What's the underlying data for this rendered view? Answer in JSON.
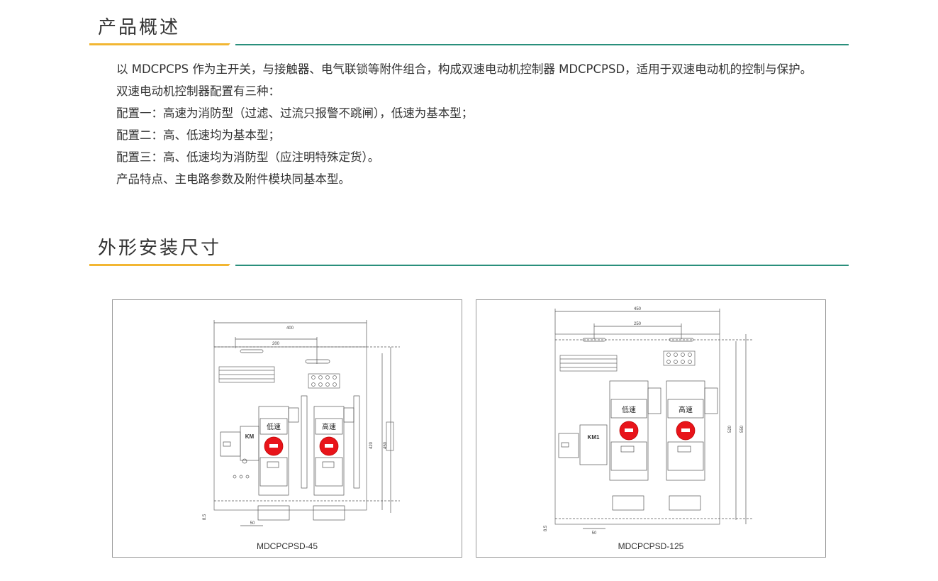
{
  "section1": {
    "title": "产品概述",
    "paragraphs": [
      "以 MDCPCPS 作为主开关，与接触器、电气联锁等附件组合，构成双速电动机控制器 MDCPCPSD，适用于双速电动机的控制与保护。",
      "双速电动机控制器配置有三种：",
      "配置一：高速为消防型（过滤、过流只报警不跳闸），低速为基本型；",
      "配置二：高、低速均为基本型；",
      "配置三：高、低速均为消防型（应注明特殊定货）。",
      "产品特点、主电路参数及附件模块同基本型。"
    ]
  },
  "section2": {
    "title": "外形安装尺寸"
  },
  "diagrams": [
    {
      "caption": "MDCPCPSD-45",
      "dims": {
        "top_outer": "400",
        "top_inner": "200",
        "right_inner": "420",
        "right_outer": "450",
        "left_small": "8.5",
        "bottom": "50"
      },
      "labels": {
        "contactor": "KM",
        "low_speed": "低速",
        "high_speed": "高速"
      }
    },
    {
      "caption": "MDCPCPSD-125",
      "dims": {
        "top_outer": "450",
        "top_inner": "250",
        "right_inner": "520",
        "right_outer": "550",
        "left_small": "8.5",
        "bottom": "50"
      },
      "labels": {
        "contactor": "KM1",
        "low_speed": "低速",
        "high_speed": "高速"
      }
    }
  ],
  "colors": {
    "gold": "#f2b632",
    "green": "#2a8f7c",
    "knob_red": "#e8141a"
  }
}
